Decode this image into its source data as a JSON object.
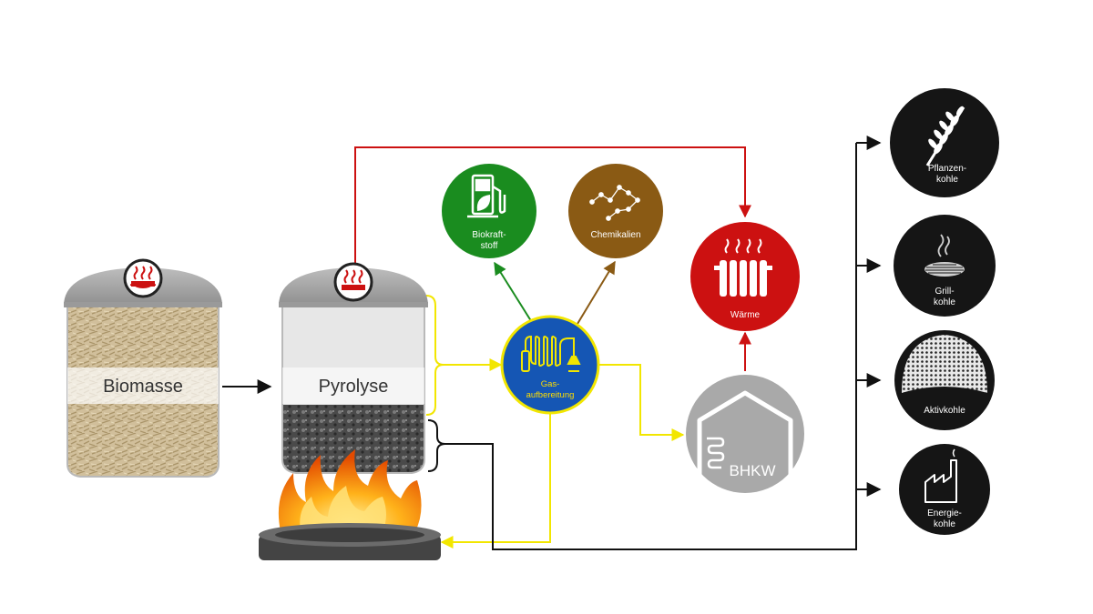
{
  "stages": {
    "biomass": "Biomasse",
    "pyrolysis": "Pyrolyse"
  },
  "products": {
    "biofuel": [
      "Biokraft-",
      "stoff"
    ],
    "chemicals": "Chemikalien",
    "heat": "Wärme",
    "gas_treatment": [
      "Gas-",
      "aufbereitung"
    ],
    "chp": "BHKW"
  },
  "charcoal_types": {
    "plant": [
      "Pflanzen-",
      "kohle"
    ],
    "grill": [
      "Grill-",
      "kohle"
    ],
    "activated": "Aktivkohle",
    "energy": [
      "Energie-",
      "kohle"
    ]
  },
  "colors": {
    "red": "#cc1111",
    "green": "#1a8c1f",
    "brown": "#8a5a14",
    "blue": "#1556b4",
    "yellow": "#f2e600",
    "black": "#111111",
    "gray": "#a9a9a9"
  }
}
